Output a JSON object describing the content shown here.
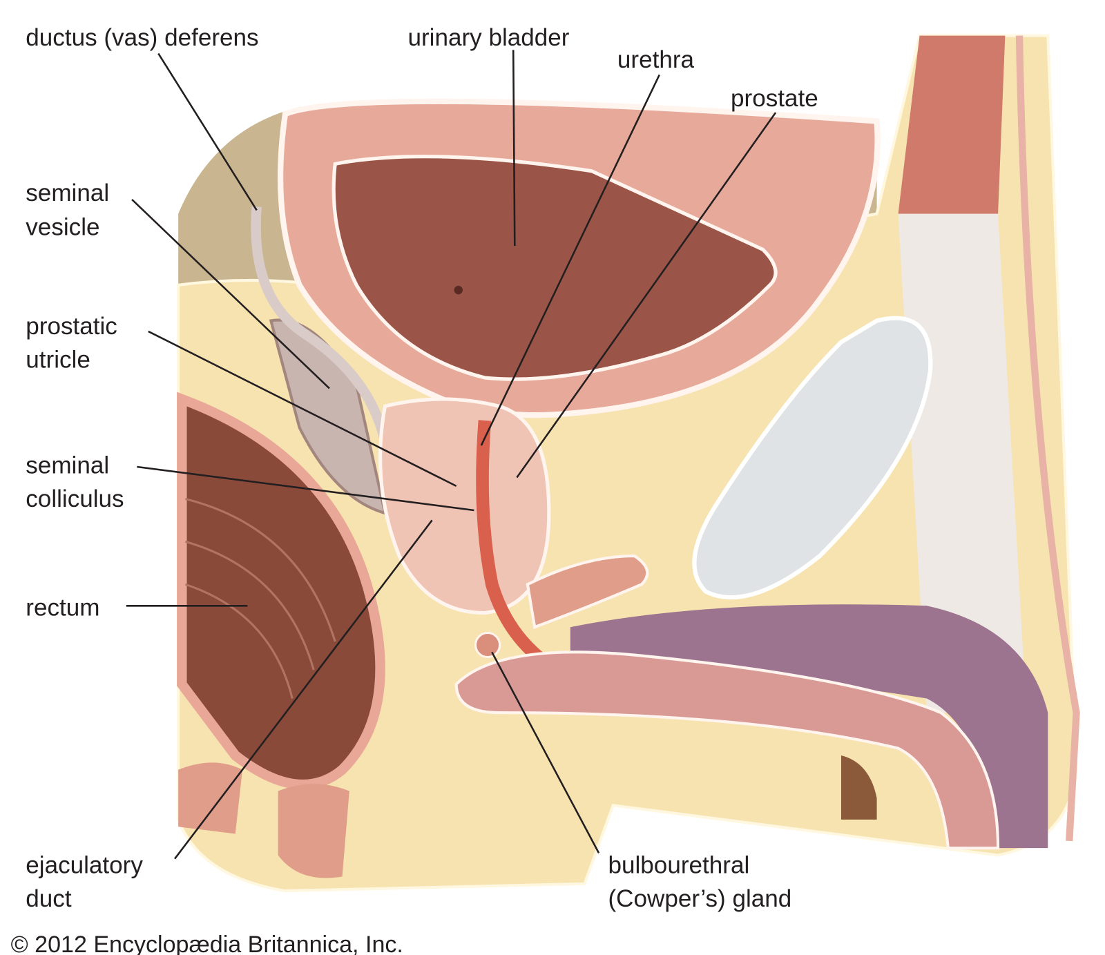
{
  "labels": {
    "vas_deferens": "ductus (vas) deferens",
    "urinary_bladder": "urinary bladder",
    "urethra": "urethra",
    "prostate": "prostate",
    "seminal_vesicle": [
      "seminal",
      "vesicle"
    ],
    "prostatic_utricle": [
      "prostatic",
      "utricle"
    ],
    "seminal_colliculus": [
      "seminal",
      "colliculus"
    ],
    "rectum": "rectum",
    "ejaculatory_duct": [
      "ejaculatory",
      "duct"
    ],
    "bulbourethral_gland": [
      "bulbourethral",
      "(Cowper’s) gland"
    ]
  },
  "copyright": "© 2012 Encyclopædia Britannica, Inc.",
  "colors": {
    "fat": "#f7e3b0",
    "muscle_wall": "#e7a99a",
    "bladder_lumen": "#9a5548",
    "prostate": "#f0c4b4",
    "urethra": "#d9604c",
    "rectum": "#8a4a3a",
    "corpus_cavernosum": "#9c7490",
    "testis": "#dfe3e6",
    "pelvic_bg": "#c8b48c"
  }
}
